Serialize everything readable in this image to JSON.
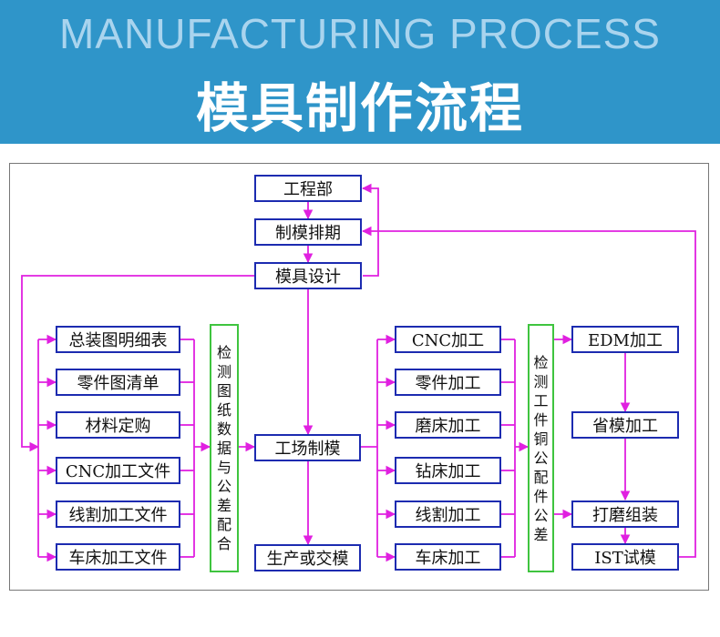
{
  "header": {
    "title_en": "MANUFACTURING PROCESS",
    "title_cn": "模具制作流程"
  },
  "colors": {
    "header_bg": "#2f95c9",
    "box_border": "#1c2bb0",
    "check_border": "#3fc43f",
    "arrow": "#e020e0"
  },
  "diagram": {
    "top_chain": [
      "工程部",
      "制模排期",
      "模具设计"
    ],
    "left_docs": [
      "总装图明细表",
      "零件图清单",
      "材料定购",
      "CNC加工文件",
      "线割加工文件",
      "车床加工文件"
    ],
    "check_drawing": [
      "检",
      "测",
      "图",
      "纸",
      "数",
      "据",
      "与",
      "公",
      "差",
      "配",
      "合"
    ],
    "factory": "工场制模",
    "production": "生产或交模",
    "machining": [
      "CNC加工",
      "零件加工",
      "磨床加工",
      "钻床加工",
      "线割加工",
      "车床加工"
    ],
    "check_parts": [
      "检",
      "测",
      "工",
      "件",
      "铜",
      "公",
      "配",
      "件",
      "公",
      "差"
    ],
    "final_chain": [
      "EDM加工",
      "省模加工",
      "打磨组装",
      "IST试模"
    ]
  }
}
